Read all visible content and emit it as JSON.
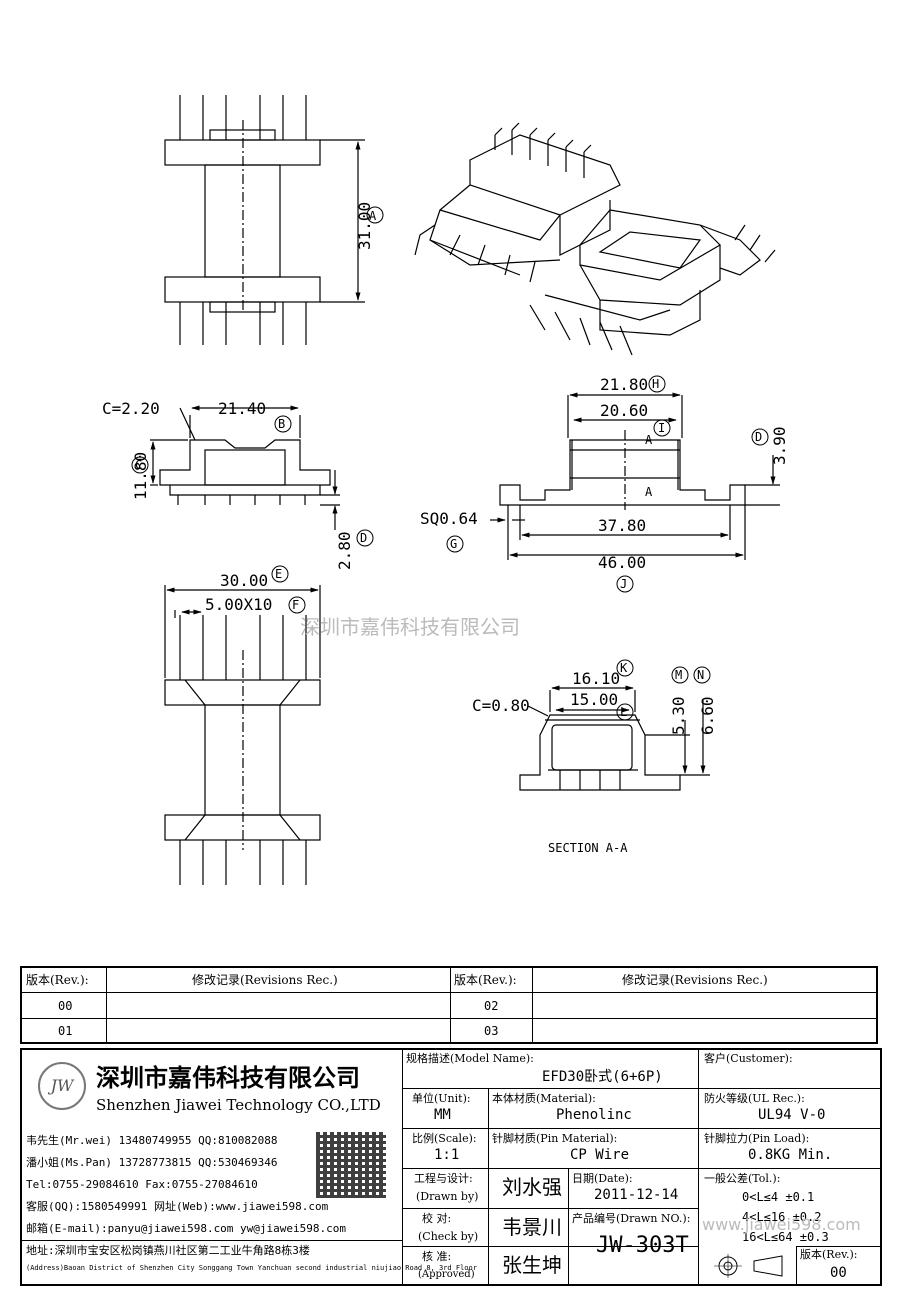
{
  "dims": {
    "height": "31.00",
    "height_ref": "A",
    "width_top": "21.40",
    "width_top_ref": "B",
    "chamfer": "C=2.20",
    "side_h": "11.80",
    "side_h_ref": "C",
    "pin_h": "2.80",
    "pin_h_ref": "D",
    "overall_w": "30.00",
    "overall_w_ref": "E",
    "pitch": "5.00X10",
    "pitch_ref": "F",
    "sq": "SQ0.64",
    "sq_ref": "G",
    "w_2180": "21.80",
    "w_2180_ref": "H",
    "w_2060": "20.60",
    "w_2060_ref": "I",
    "h_390": "3.90",
    "h_390_ref": "D",
    "w_3780": "37.80",
    "w_4600": "46.00",
    "w_4600_ref": "J",
    "sec_c": "C=0.80",
    "sec_w1": "16.10",
    "sec_w1_ref": "K",
    "sec_w2": "15.00",
    "sec_w2_ref": "L",
    "sec_h1": "5.30",
    "sec_h1_ref": "M",
    "sec_h2": "6.60",
    "sec_h2_ref": "N",
    "section_mark": "A",
    "section_label": "SECTION A-A"
  },
  "watermark": "深圳市嘉伟科技有限公司",
  "watermark_url": "www.jiawei598.com",
  "revisions": {
    "h_rev": "版本(Rev.):",
    "h_rec": "修改记录(Revisions Rec.)",
    "rows": [
      {
        "a": "00",
        "b": "02"
      },
      {
        "a": "01",
        "b": "03"
      }
    ]
  },
  "company": {
    "logo": "JW",
    "name_cn": "深圳市嘉伟科技有限公司",
    "name_en": "Shenzhen Jiawei Technology CO.,LTD",
    "contacts": [
      "韦先生(Mr.wei) 13480749955 QQ:810082088",
      "潘小姐(Ms.Pan) 13728773815 QQ:530469346",
      "Tel:0755-29084610     Fax:0755-27084610",
      "客服(QQ):1580549991   网址(Web):www.jiawei598.com",
      "邮箱(E-mail):panyu@jiawei598.com  yw@jiawei598.com"
    ],
    "address_cn": "地址:深圳市宝安区松岗镇燕川社区第二工业牛角路8栋3楼",
    "address_en": "(Address)Baoan District of Shenzhen City Songgang Town Yanchuan  second industrial niujiao Road 8, 3rd Floor"
  },
  "title_block": {
    "model_lbl": "规格描述(Model Name):",
    "model": "EFD30卧式(6+6P)",
    "customer_lbl": "客户(Customer):",
    "unit_lbl": "单位(Unit):",
    "unit": "MM",
    "material_lbl": "本体材质(Material):",
    "material": "Phenolinc",
    "ul_lbl": "防火等级(UL Rec.):",
    "ul": "UL94 V-0",
    "scale_lbl": "比例(Scale):",
    "scale": "1:1",
    "pin_mat_lbl": "针脚材质(Pin Material):",
    "pin_mat": "CP Wire",
    "pin_load_lbl": "针脚拉力(Pin Load):",
    "pin_load": "0.8KG Min.",
    "drawn_lbl1": "工程与设计:",
    "drawn_lbl2": "(Drawn by)",
    "drawn": "刘水强",
    "date_lbl": "日期(Date):",
    "date": "2011-12-14",
    "tol_lbl": "一般公差(Tol.):",
    "tol": [
      "0<L≤4    ±0.1",
      "4<L≤16   ±0.2",
      "16<L≤64  ±0.3"
    ],
    "check_lbl1": "校  对:",
    "check_lbl2": "(Check by)",
    "check": "韦景川",
    "drawn_no_lbl": "产品编号(Drawn NO.):",
    "drawn_no": "JW-303T",
    "approve_lbl1": "核  准:",
    "approve_lbl2": "(Approved)",
    "approve": "张生坤",
    "rev_lbl": "版本(Rev.):",
    "rev": "00"
  }
}
